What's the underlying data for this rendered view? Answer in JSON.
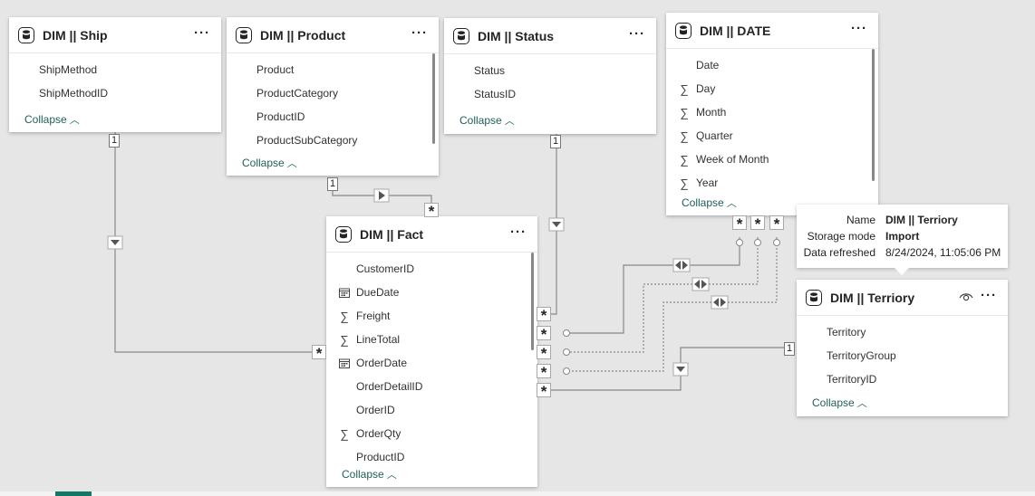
{
  "tables": {
    "ship": {
      "title": "DIM || Ship",
      "fields": [
        {
          "name": "ShipMethod",
          "icon": "none"
        },
        {
          "name": "ShipMethodID",
          "icon": "none"
        }
      ],
      "collapse": "Collapse"
    },
    "product": {
      "title": "DIM || Product",
      "fields": [
        {
          "name": "Product",
          "icon": "none"
        },
        {
          "name": "ProductCategory",
          "icon": "none"
        },
        {
          "name": "ProductID",
          "icon": "none"
        },
        {
          "name": "ProductSubCategory",
          "icon": "none"
        }
      ],
      "collapse": "Collapse"
    },
    "status": {
      "title": "DIM || Status",
      "fields": [
        {
          "name": "Status",
          "icon": "none"
        },
        {
          "name": "StatusID",
          "icon": "none"
        }
      ],
      "collapse": "Collapse"
    },
    "date": {
      "title": "DIM || DATE",
      "fields": [
        {
          "name": "Date",
          "icon": "none"
        },
        {
          "name": "Day",
          "icon": "sigma"
        },
        {
          "name": "Month",
          "icon": "sigma"
        },
        {
          "name": "Quarter",
          "icon": "sigma"
        },
        {
          "name": "Week of Month",
          "icon": "sigma"
        },
        {
          "name": "Year",
          "icon": "sigma"
        }
      ],
      "collapse": "Collapse"
    },
    "fact": {
      "title": "DIM || Fact",
      "fields": [
        {
          "name": "CustomerID",
          "icon": "none"
        },
        {
          "name": "DueDate",
          "icon": "calendar"
        },
        {
          "name": "Freight",
          "icon": "sigma"
        },
        {
          "name": "LineTotal",
          "icon": "sigma"
        },
        {
          "name": "OrderDate",
          "icon": "calendar"
        },
        {
          "name": "OrderDetailID",
          "icon": "none"
        },
        {
          "name": "OrderID",
          "icon": "none"
        },
        {
          "name": "OrderQty",
          "icon": "sigma"
        },
        {
          "name": "ProductID",
          "icon": "none"
        }
      ],
      "collapse": "Collapse"
    },
    "territory": {
      "title": "DIM || Terriory",
      "fields": [
        {
          "name": "Territory",
          "icon": "none"
        },
        {
          "name": "TerritoryGroup",
          "icon": "none"
        },
        {
          "name": "TerritoryID",
          "icon": "none"
        }
      ],
      "collapse": "Collapse"
    }
  },
  "tooltip": {
    "name_label": "Name",
    "name_value": "DIM  || Terriory",
    "storage_label": "Storage mode",
    "storage_value": "Import",
    "refreshed_label": "Data refreshed",
    "refreshed_value": "8/24/2024, 11:05:06 PM"
  },
  "cardinality": {
    "one": "1",
    "many": "*"
  },
  "more_glyph": "···",
  "colors": {
    "accent": "#117865",
    "collapse_link": "#1f5f5c",
    "canvas": "#e6e6e6",
    "line": "#8a8886"
  },
  "icons": {
    "table": "table-cylinder-icon",
    "sigma": "sigma-icon",
    "calendar": "calendar-icon",
    "chevron_up": "chevron-up-icon",
    "eye": "eye-icon",
    "more": "more-options-icon"
  }
}
